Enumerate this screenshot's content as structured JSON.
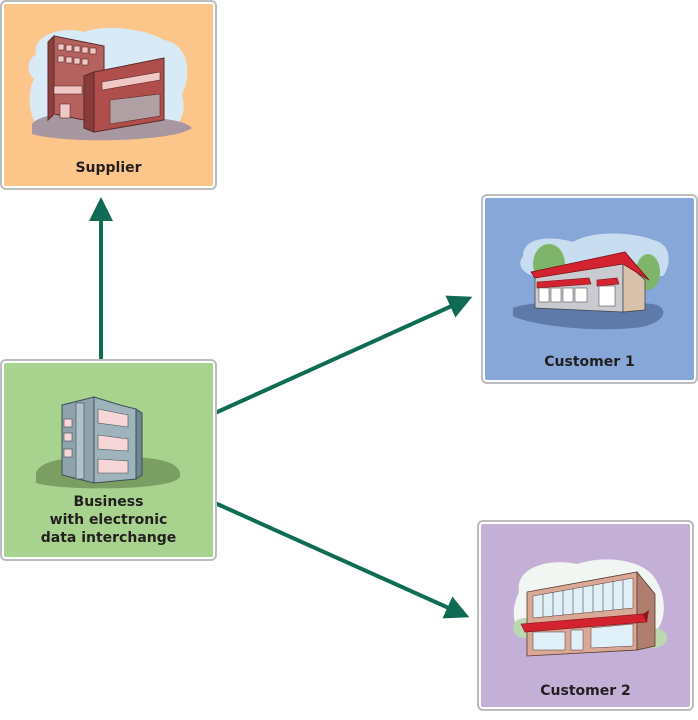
{
  "diagram": {
    "arrow_color": "#0f6b53",
    "nodes": {
      "supplier": {
        "label": "Supplier",
        "bg": "#fcc58a"
      },
      "business": {
        "label_lines": [
          "Business",
          "with electronic",
          "data interchange"
        ],
        "bg": "#a8d38e"
      },
      "customer1": {
        "label": "Customer 1",
        "bg": "#87a7d8"
      },
      "customer2": {
        "label": "Customer 2",
        "bg": "#c4afd6"
      }
    },
    "edges": [
      {
        "from": "business",
        "to": "supplier"
      },
      {
        "from": "business",
        "to": "customer1"
      },
      {
        "from": "business",
        "to": "customer2"
      }
    ]
  }
}
